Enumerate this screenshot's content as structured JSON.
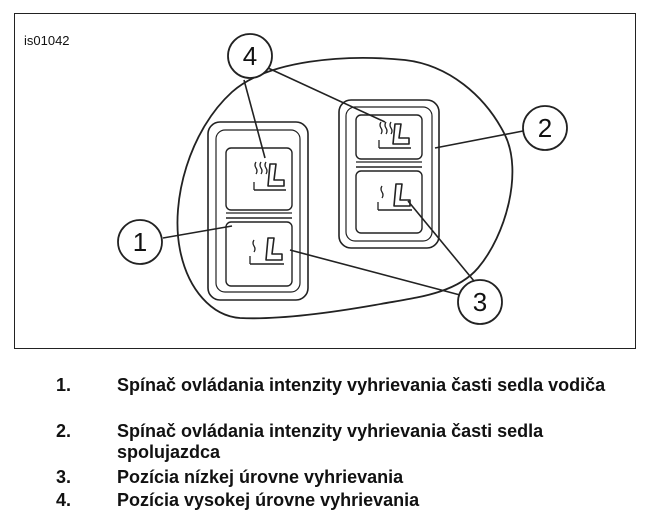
{
  "figure": {
    "id": "is01042",
    "callouts": [
      "1",
      "2",
      "3",
      "4"
    ]
  },
  "legend": [
    {
      "number": "1.",
      "text": "Spínač ovládania intenzity vyhrievania časti sedla vodiča"
    },
    {
      "number": "2.",
      "text": "Spínač ovládania intenzity vyhrievania časti sedla spolujazdca"
    },
    {
      "number": "3.",
      "text": "Pozícia nízkej úrovne vyhrievania"
    },
    {
      "number": "4.",
      "text": "Pozícia vysokej úrovne vyhrievania"
    }
  ]
}
